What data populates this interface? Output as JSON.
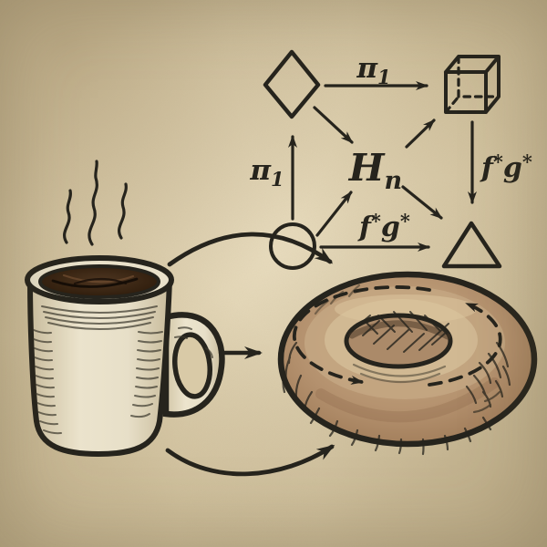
{
  "colors": {
    "paper": "#d9caa7",
    "ink": "#26241d",
    "mug_cream": "#e9e1ca",
    "coffee_dark": "#33200f",
    "donut_mid": "#b4916e",
    "donut_dark": "#8d6c4c",
    "donut_light": "#d3bb95"
  },
  "diagram": {
    "nodes": [
      {
        "id": "top-left",
        "shape": "diamond"
      },
      {
        "id": "top-right",
        "shape": "cube"
      },
      {
        "id": "center",
        "shape": "text-Hn"
      },
      {
        "id": "bottom-left",
        "shape": "circle"
      },
      {
        "id": "bottom-right",
        "shape": "triangle"
      }
    ],
    "labels": {
      "top_arrow": {
        "base": "π",
        "sub": "1"
      },
      "left_arrow": {
        "base": "π",
        "sub": "1"
      },
      "center_node": {
        "base": "H",
        "sub": "n"
      },
      "right_arrow": {
        "f": "f",
        "star1": "*",
        "g": "g",
        "star2": "*"
      },
      "bottom_arrow": {
        "f": "f",
        "star1": "*",
        "g": "g",
        "star2": "*"
      }
    }
  },
  "illustration": {
    "left_object": "coffee-mug",
    "right_object": "torus-donut",
    "steam_line_count": 3,
    "transformation_arrow_count": 3,
    "torus_loop_style": "dashed"
  }
}
